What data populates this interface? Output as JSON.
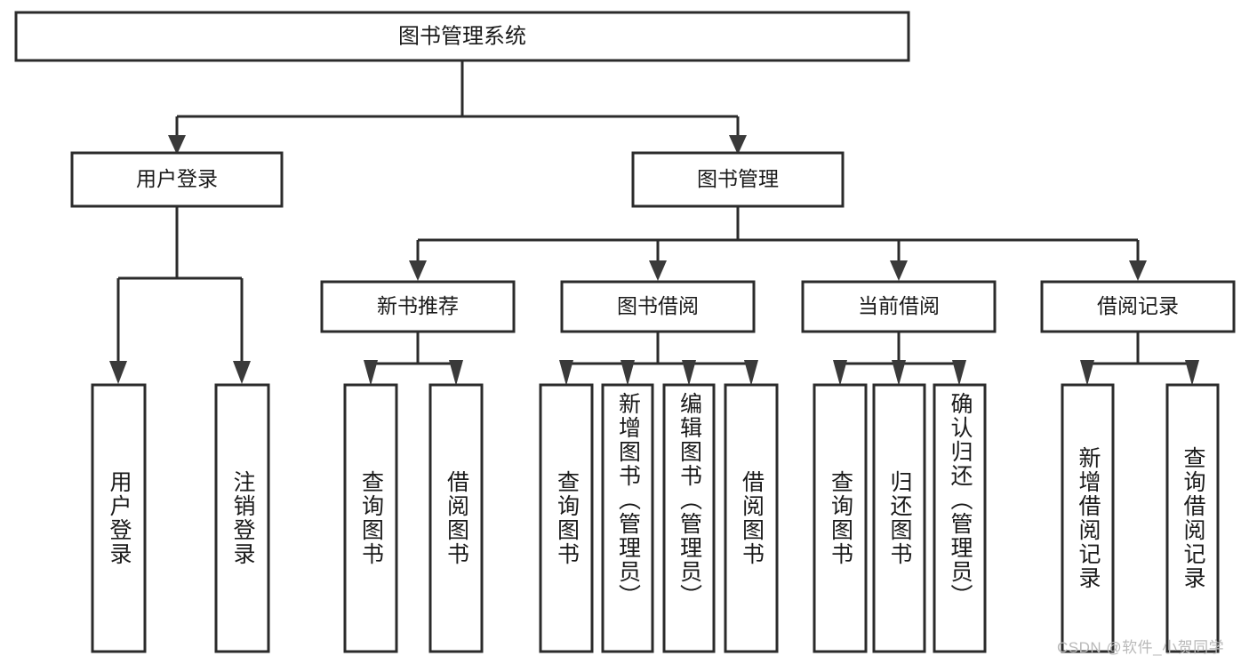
{
  "diagram": {
    "type": "tree",
    "title": "图书管理系统",
    "orientation": "top-down",
    "root": {
      "label": "图书管理系统"
    },
    "level2": [
      {
        "label": "用户登录"
      },
      {
        "label": "图书管理"
      }
    ],
    "level3": [
      {
        "label": "新书推荐"
      },
      {
        "label": "图书借阅"
      },
      {
        "label": "当前借阅"
      },
      {
        "label": "借阅记录"
      }
    ],
    "leaves": {
      "user_login": [
        {
          "label": "用户登录"
        },
        {
          "label": "注销登录"
        }
      ],
      "new_book_recommend": [
        {
          "label": "查询图书"
        },
        {
          "label": "借阅图书"
        }
      ],
      "book_borrow": [
        {
          "label": "查询图书"
        },
        {
          "label": "新增图书（管理员）"
        },
        {
          "label": "编辑图书（管理员）"
        },
        {
          "label": "借阅图书"
        }
      ],
      "current_borrow": [
        {
          "label": "查询图书"
        },
        {
          "label": "归还图书"
        },
        {
          "label": "确认归还（管理员）"
        }
      ],
      "borrow_record": [
        {
          "label": "新增借阅记录"
        },
        {
          "label": "查询借阅记录"
        }
      ]
    },
    "watermark": "CSDN @软件_小贺同学",
    "colors": {
      "box_stroke": "#2b2b2b",
      "box_fill": "#ffffff",
      "text": "#1a1a1a",
      "connector": "#2b2b2b",
      "watermark": "#b9b9b9",
      "background": "#ffffff"
    }
  }
}
